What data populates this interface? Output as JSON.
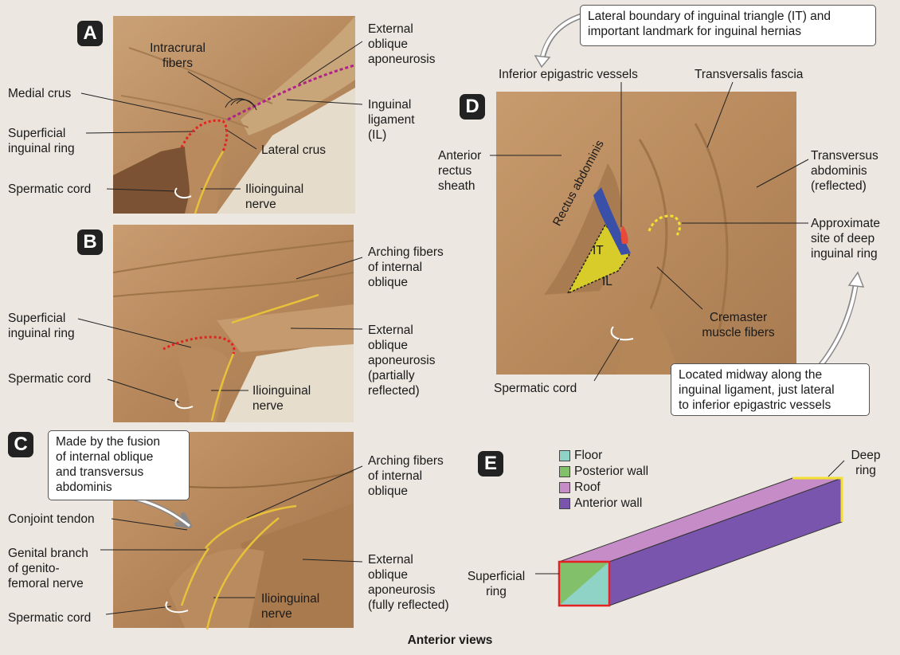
{
  "panels": {
    "A": {
      "badge": "A",
      "labels": {
        "external_oblique": "External\noblique\naponeurosis",
        "intracrural": "Intracrural\nfibers",
        "medial_crus": "Medial crus",
        "superficial_ring": "Superficial\ninguinal ring",
        "inguinal_ligament": "Inguinal\nligament\n(IL)",
        "lateral_crus": "Lateral crus",
        "spermatic_cord": "Spermatic cord",
        "ilioinguinal": "Ilioinguinal\nnerve"
      }
    },
    "B": {
      "badge": "B",
      "labels": {
        "arching_fibers": "Arching fibers\nof internal\noblique",
        "superficial_ring": "Superficial\ninguinal ring",
        "external_oblique": "External\noblique\naponeurosis\n(partially\nreflected)",
        "spermatic_cord": "Spermatic cord",
        "ilioinguinal": "Ilioinguinal\nnerve"
      }
    },
    "C": {
      "badge": "C",
      "callout": "Made by the fusion\nof internal oblique\nand transversus\nabdominis",
      "labels": {
        "arching_fibers": "Arching fibers\nof internal\noblique",
        "conjoint_tendon": "Conjoint tendon",
        "genital_branch": "Genital branch\nof genito-\nfemoral nerve",
        "external_oblique": "External\noblique\naponeurosis\n(fully reflected)",
        "spermatic_cord": "Spermatic cord",
        "ilioinguinal": "Ilioinguinal\nnerve"
      }
    },
    "D": {
      "badge": "D",
      "top_callout": "Lateral boundary of inguinal triangle (IT) and\nimportant landmark for inguinal hernias",
      "bottom_callout": "Located midway along the\ninguinal ligament, just lateral\nto inferior epigastric vessels",
      "labels": {
        "inferior_epigastric": "Inferior epigastric vessels",
        "transversalis": "Transversalis fascia",
        "anterior_rectus": "Anterior\nrectus\nsheath",
        "transversus": "Transversus\nabdominis\n(reflected)",
        "deep_ring_site": "Approximate\nsite of deep\ninguinal ring",
        "cremaster": "Cremaster\nmuscle fibers",
        "spermatic_cord": "Spermatic cord",
        "rectus": "Rectus abdominis",
        "it": "IT",
        "il": "IL"
      }
    },
    "E": {
      "badge": "E",
      "legend": [
        {
          "label": "Floor",
          "color": "#8fd3c7"
        },
        {
          "label": "Posterior wall",
          "color": "#82c06a"
        },
        {
          "label": "Roof",
          "color": "#c58cc7"
        },
        {
          "label": "Anterior wall",
          "color": "#7a55ad"
        }
      ],
      "deep_ring": "Deep\nring",
      "superficial_ring": "Superficial\nring"
    }
  },
  "caption": "Anterior views"
}
